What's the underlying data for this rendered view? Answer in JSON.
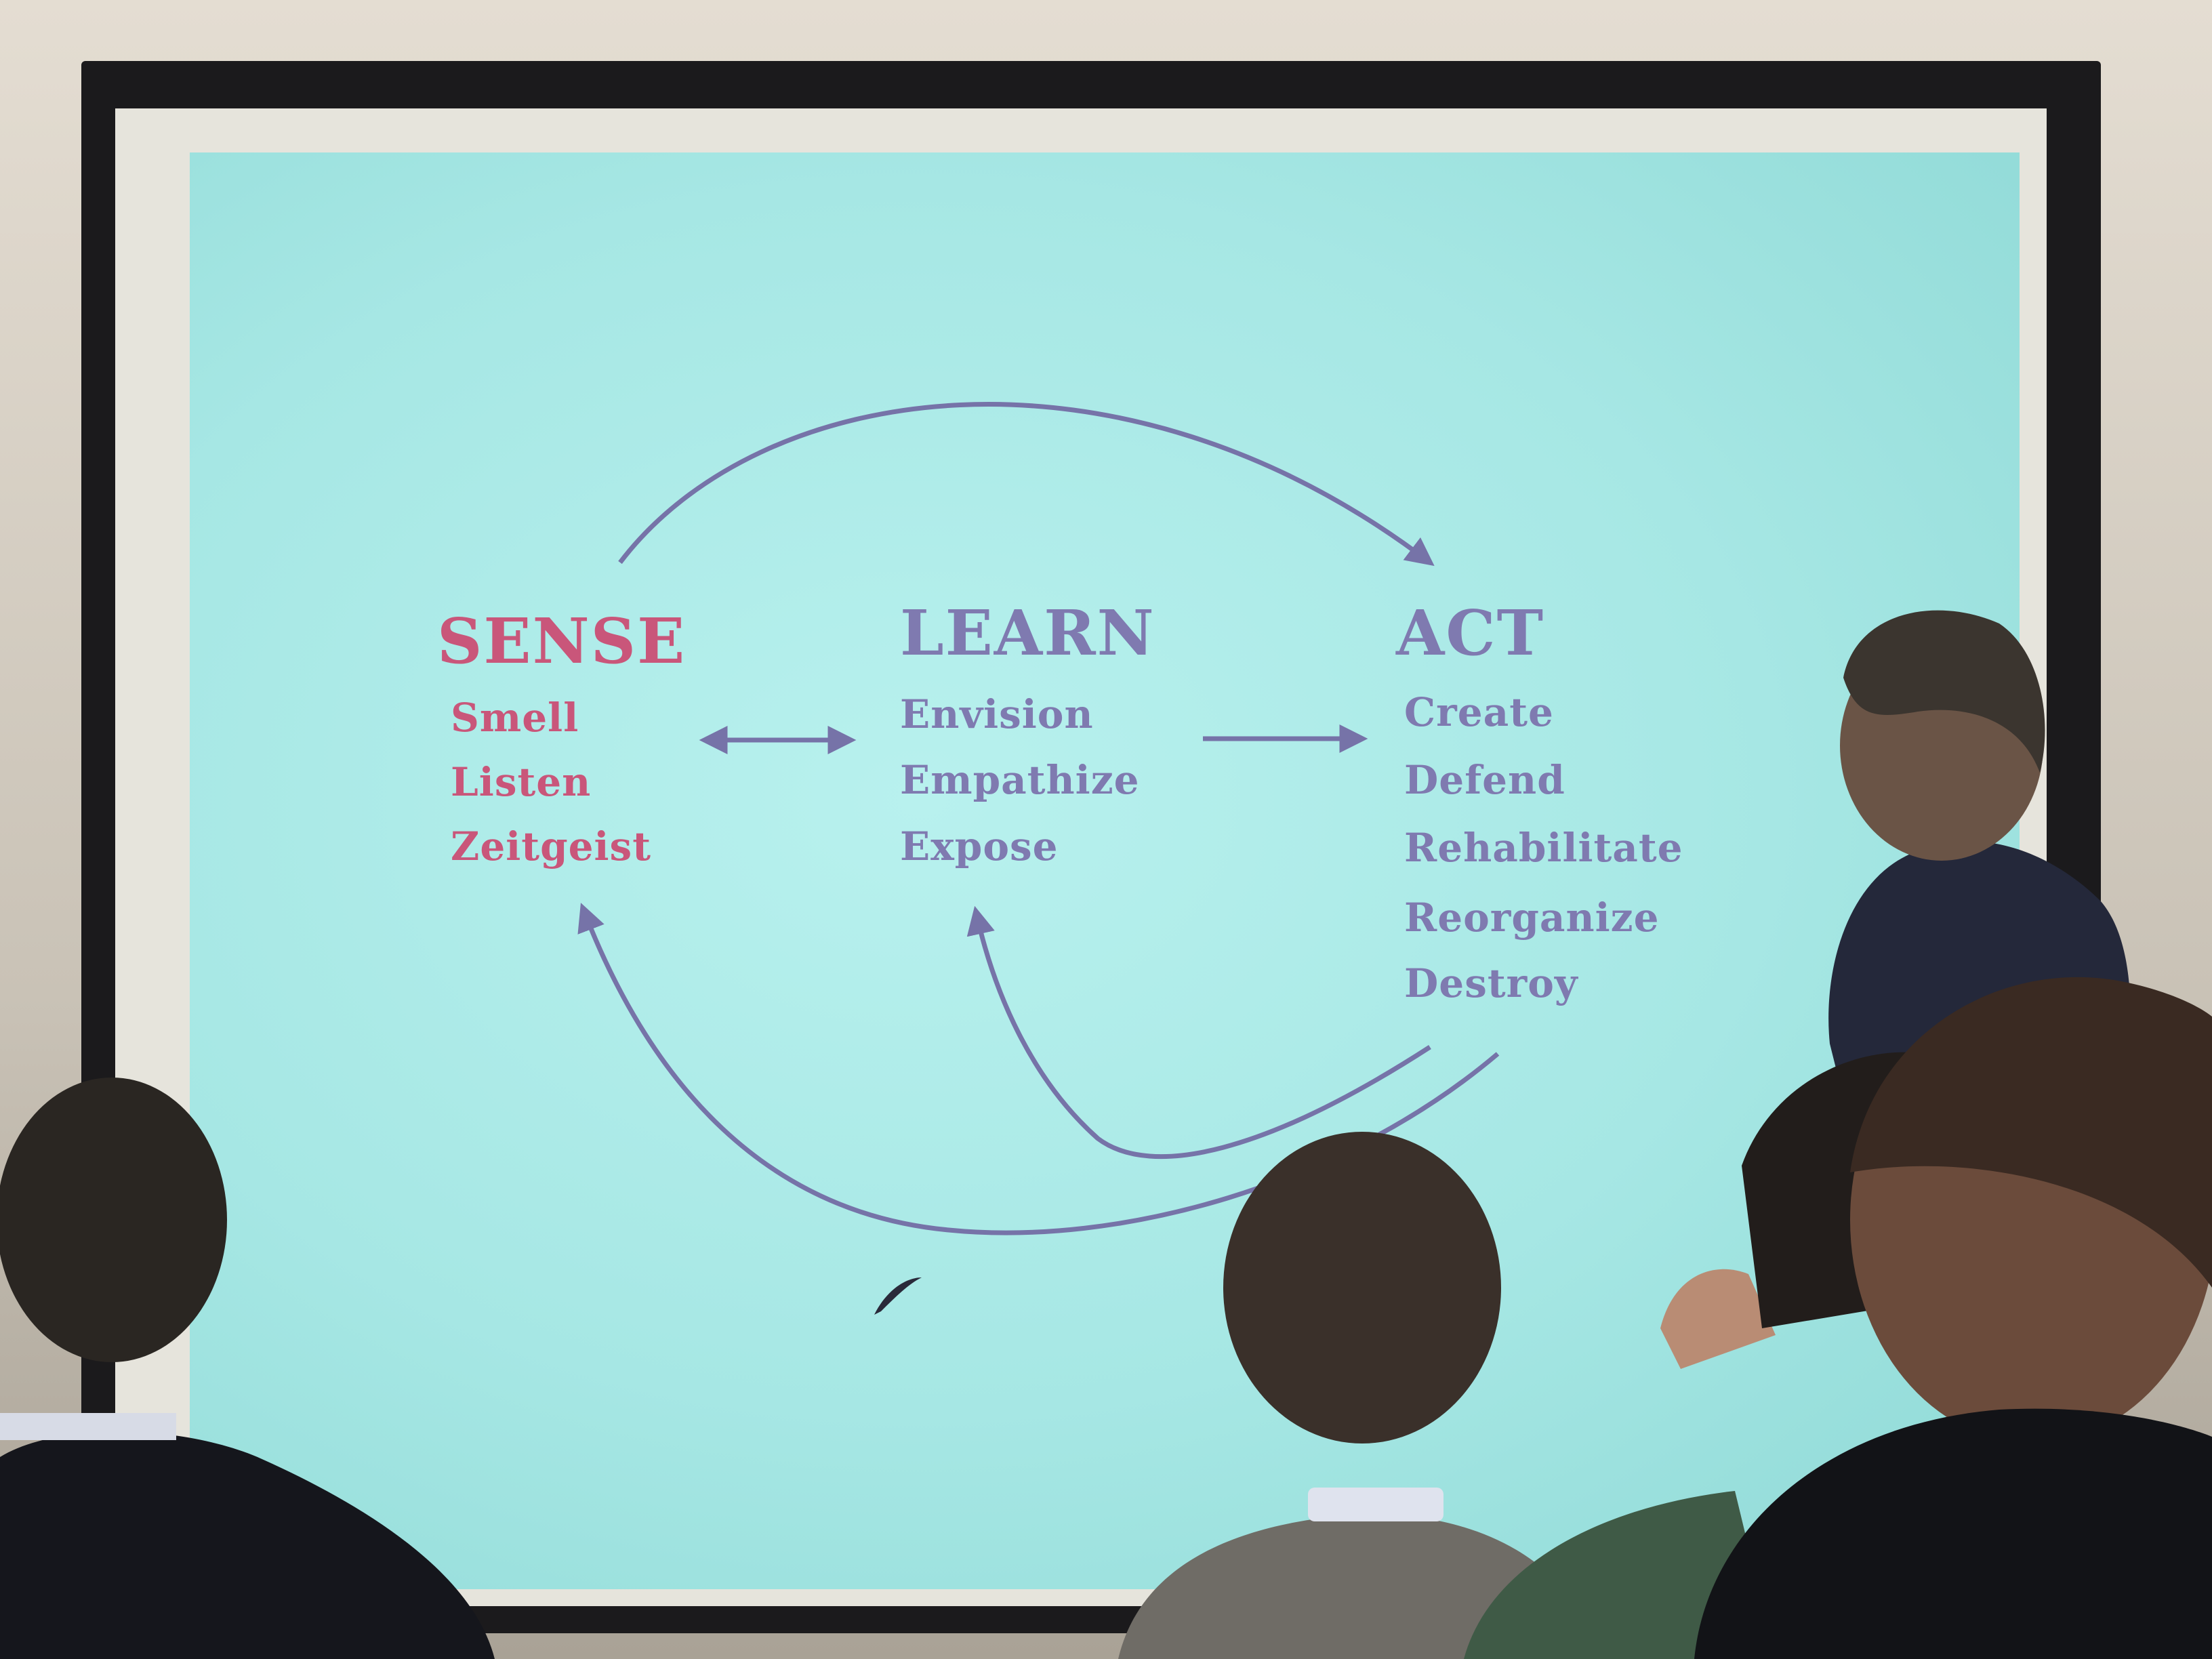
{
  "slide": {
    "background_color": "#a6e7e4",
    "sense_color": "#c9567a",
    "learn_act_color": "#7f7ab0",
    "arrow_color": "#7673a8",
    "columns": [
      {
        "title": "SENSE",
        "items": [
          "Smell",
          "Listen",
          "Zeitgeist"
        ]
      },
      {
        "title": "LEARN",
        "items": [
          "Envision",
          "Empathize",
          "Expose"
        ]
      },
      {
        "title": "ACT",
        "items": [
          "Create",
          "Defend",
          "Rehabilitate",
          "Reorganize",
          "Destroy"
        ]
      }
    ]
  }
}
